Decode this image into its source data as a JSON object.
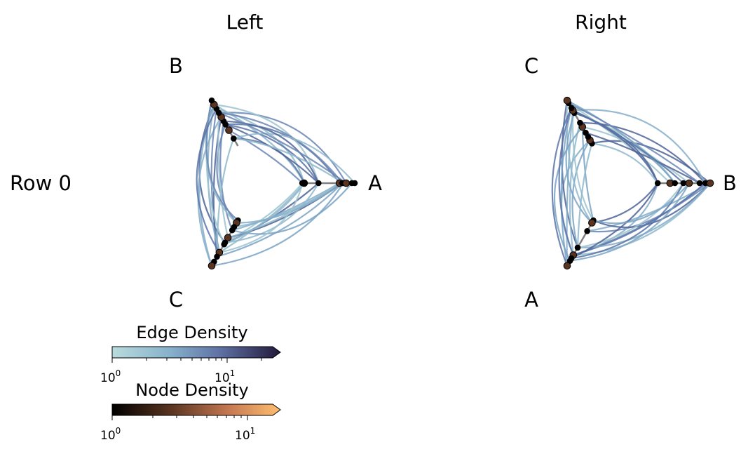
{
  "chart_data": {
    "type": "hive plot",
    "row_label": "Row 0",
    "panels": [
      {
        "title": "Left",
        "axes": [
          {
            "label": "A",
            "angle_deg": 0
          },
          {
            "label": "B",
            "angle_deg": 120
          },
          {
            "label": "C",
            "angle_deg": 240
          }
        ],
        "nodes": {
          "A": [
            0.45,
            0.47,
            0.47,
            0.62,
            0.84,
            0.87,
            0.88,
            0.91,
            0.97,
            1.0
          ],
          "B": [
            0.54,
            0.64,
            0.71,
            0.75,
            0.8,
            0.85,
            0.9,
            0.95,
            1.0
          ],
          "C": [
            0.45,
            0.48,
            0.53,
            0.57,
            0.66,
            0.72,
            0.74,
            0.84,
            0.89,
            0.95,
            1.0
          ]
        }
      },
      {
        "title": "Right",
        "axes": [
          {
            "label": "B",
            "angle_deg": 0
          },
          {
            "label": "C",
            "angle_deg": 120
          },
          {
            "label": "A",
            "angle_deg": 240
          }
        ],
        "nodes": {
          "B": [
            0.45,
            0.58,
            0.63,
            0.72,
            0.78,
            0.89,
            0.95,
            1.0
          ],
          "C": [
            0.48,
            0.52,
            0.56,
            0.61,
            0.68,
            0.73,
            0.85,
            0.88,
            0.91,
            0.97,
            1.0
          ],
          "A": [
            0.45,
            0.48,
            0.58,
            0.78,
            0.87,
            0.91,
            0.94,
            1.0
          ]
        }
      }
    ],
    "colorbars": [
      {
        "title": "Edge Density",
        "scale": "log",
        "range": [
          1,
          30
        ],
        "ticks": [
          "10",
          "10"
        ],
        "tick_exponents": [
          "0",
          "1"
        ],
        "colors": [
          "#b9dcdc",
          "#7aa3c4",
          "#4a5b8f",
          "#22193a"
        ],
        "extend": "max"
      },
      {
        "title": "Node Density",
        "scale": "log",
        "range": [
          1,
          15
        ],
        "ticks": [
          "10",
          "10"
        ],
        "tick_exponents": [
          "0",
          "1"
        ],
        "colors": [
          "#000000",
          "#5a3420",
          "#b86a45",
          "#ffbf70"
        ],
        "extend": "max"
      }
    ]
  }
}
